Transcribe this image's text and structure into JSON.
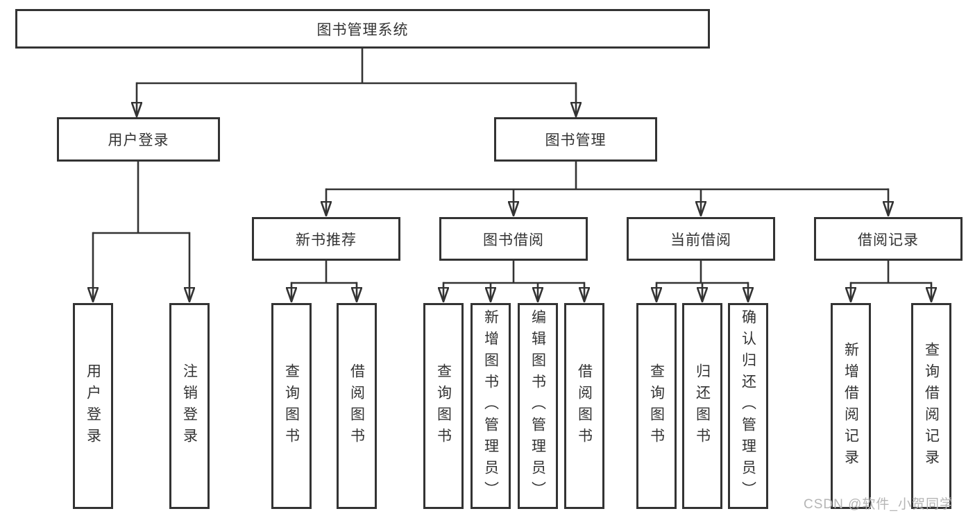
{
  "tree": {
    "root": {
      "label": "图书管理系统"
    },
    "login": {
      "label": "用户登录",
      "children": [
        "用户登录",
        "注销登录"
      ]
    },
    "manage": {
      "label": "图书管理",
      "groups": [
        {
          "label": "新书推荐",
          "children": [
            "查询图书",
            "借阅图书"
          ]
        },
        {
          "label": "图书借阅",
          "children": [
            "查询图书",
            "新增图书（管理员）",
            "编辑图书（管理员）",
            "借阅图书"
          ]
        },
        {
          "label": "当前借阅",
          "children": [
            "查询图书",
            "归还图书",
            "确认归还（管理员）"
          ]
        },
        {
          "label": "借阅记录",
          "children": [
            "新增借阅记录",
            "查询借阅记录"
          ]
        }
      ]
    }
  },
  "watermark": "CSDN @软件_小贺同学",
  "colors": {
    "line": "#333333",
    "text": "#333333",
    "watermark": "#b5b5b5",
    "background": "#ffffff"
  }
}
